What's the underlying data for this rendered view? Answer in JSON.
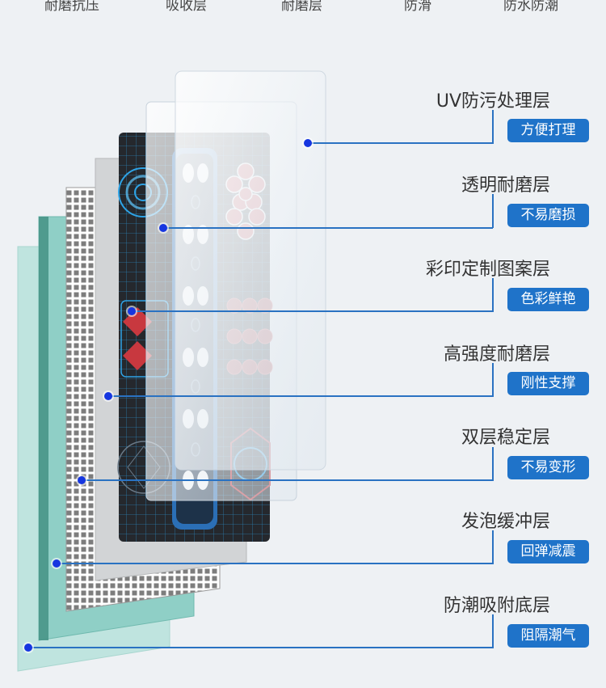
{
  "top_labels": [
    "耐磨抗压",
    "吸收层",
    "耐磨层",
    "防滑",
    "防水防潮"
  ],
  "layers": [
    {
      "title": "UV防污处理层",
      "badge": "方便打理"
    },
    {
      "title": "透明耐磨层",
      "badge": "不易磨损"
    },
    {
      "title": "彩印定制图案层",
      "badge": "色彩鲜艳"
    },
    {
      "title": "高强度耐磨层",
      "badge": "刚性支撑"
    },
    {
      "title": "双层稳定层",
      "badge": "不易变形"
    },
    {
      "title": "发泡缓冲层",
      "badge": "回弹减震"
    },
    {
      "title": "防潮吸附底层",
      "badge": "阻隔潮气"
    }
  ],
  "colors": {
    "accent": "#1f73c9",
    "line": "#2a72c2",
    "dot": "#1636e0",
    "mint": "#8fcfc6"
  }
}
